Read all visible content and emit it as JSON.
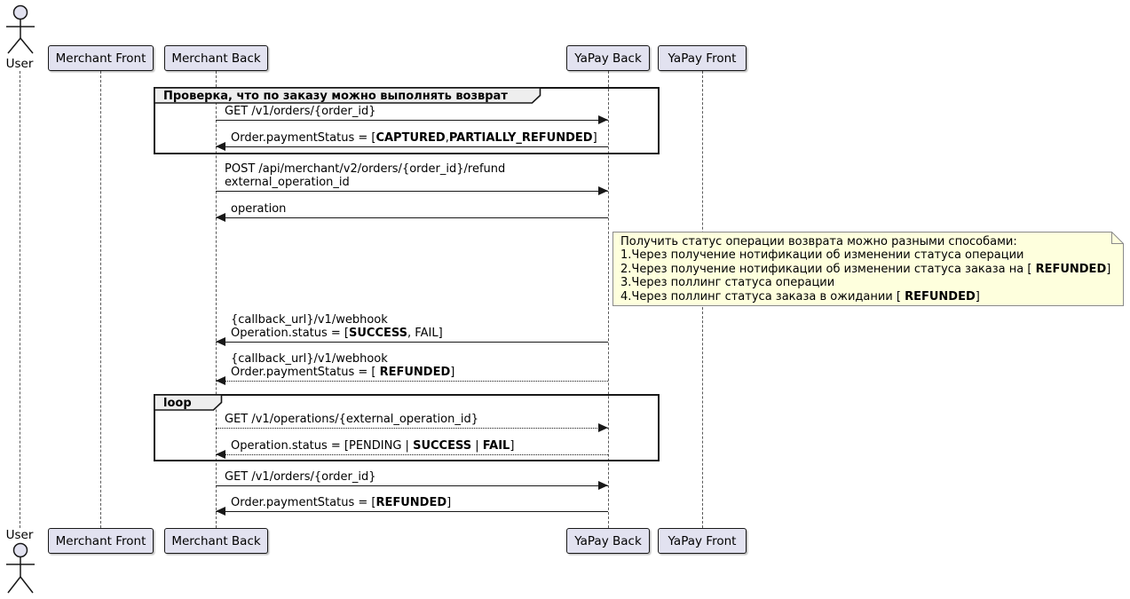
{
  "colors": {
    "participant-fill": "#E2E2F0",
    "participant-border": "#181818",
    "note-fill": "#FEFFDD",
    "note-border": "#8A8A8A",
    "frame-border": "#181818",
    "frame-title-fill": "#EEEEEE",
    "line-color": "#181818",
    "lifeline-color": "#5A5A5A"
  },
  "actors": {
    "top": "User",
    "bottom": "User"
  },
  "participants": {
    "merchant_front": "Merchant Front",
    "merchant_back": "Merchant Back",
    "yapay_back": "YaPay Back",
    "yapay_front": "YaPay Front"
  },
  "frames": {
    "check_refund": {
      "title": "Проверка, что по заказу можно выполнять возврат"
    },
    "loop": {
      "title": "loop"
    }
  },
  "messages": {
    "m1": {
      "t1": "GET /v1/orders/{order_id}"
    },
    "m2": {
      "t1": "Order.paymentStatus = [",
      "b1": "CAPTURED",
      "t2": ",",
      "b2": "PARTIALLY_REFUNDED",
      "t3": "]"
    },
    "m3": {
      "t1": "POST /api/merchant/v2/orders/{order_id}/refund",
      "t2": "external_operation_id"
    },
    "m4": {
      "t1": "operation"
    },
    "m5": {
      "t1": "{callback_url}/v1/webhook",
      "t2": "Operation.status = [",
      "b1": "SUCCESS",
      "t3": ", FAIL]"
    },
    "m6": {
      "t1": "{callback_url}/v1/webhook",
      "t2": "Order.paymentStatus = [ ",
      "b1": "REFUNDED",
      "t3": "]"
    },
    "m7": {
      "t1": "GET /v1/operations/{external_operation_id}"
    },
    "m8": {
      "t1": "Operation.status = [PENDING | ",
      "b1": "SUCCESS",
      "t2": " | ",
      "b2": "FAIL",
      "t3": "]"
    },
    "m9": {
      "t1": "GET /v1/orders/{order_id}"
    },
    "m10": {
      "t1": "Order.paymentStatus = [",
      "b1": "REFUNDED",
      "t2": "]"
    }
  },
  "note": {
    "l1": "Получить статус операции  возврата можно разными способами:",
    "l2": "1.Через получение нотификации об изменении статуса операции",
    "l3a": "2.Через получение нотификации об изменении статуса заказа на  [ ",
    "l3b": "REFUNDED",
    "l3c": "]",
    "l4": "3.Через поллинг статуса операции",
    "l5a": "4.Через поллинг статуса заказа в ожидании [ ",
    "l5b": "REFUNDED",
    "l5c": "]"
  }
}
